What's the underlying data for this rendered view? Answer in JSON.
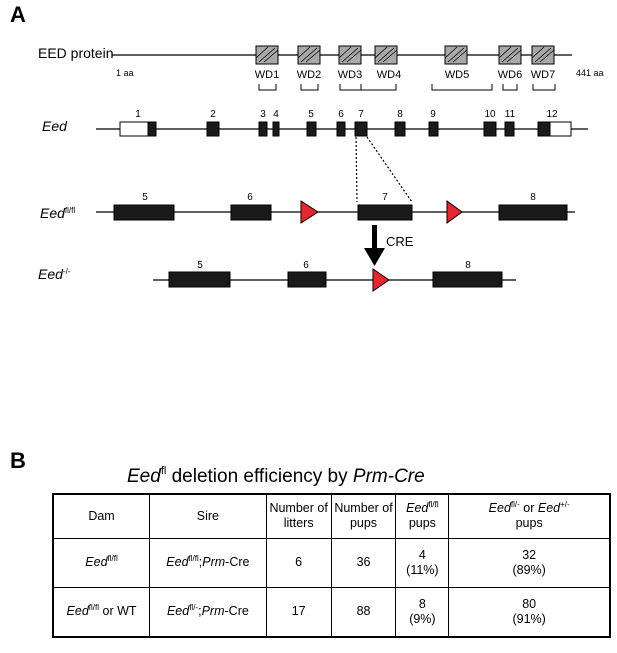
{
  "panel_a": {
    "letter": "A",
    "protein": {
      "label": "EED protein",
      "start": "1 aa",
      "end": "441 aa",
      "domains": [
        "WD1",
        "WD2",
        "WD3",
        "WD4",
        "WD5",
        "WD6",
        "WD7"
      ]
    },
    "gene": {
      "label": "Eed",
      "exons": [
        "1",
        "2",
        "3",
        "4",
        "5",
        "6",
        "7",
        "8",
        "9",
        "10",
        "11",
        "12"
      ]
    },
    "floxed": {
      "label": "Eed",
      "label_sup": "fl/fl",
      "exons": [
        "5",
        "6",
        "7",
        "8"
      ]
    },
    "cre_label": "CRE",
    "deleted": {
      "label": "Eed",
      "label_sup": "-/-",
      "exons": [
        "5",
        "6",
        "8"
      ]
    },
    "colors": {
      "loxp": "#e8262d",
      "exon": "#1a1a1a",
      "domain_fill": "#a8a8a8"
    }
  },
  "panel_b": {
    "letter": "B",
    "title_gene": "Eed",
    "title_sup": "fl",
    "title_mid": " deletion efficiency by ",
    "title_driver": "Prm-Cre",
    "headers": {
      "dam": "Dam",
      "sire": "Sire",
      "litters": "Number of litters",
      "pups": "Number of pups",
      "flfl_gene": "Eed",
      "flfl_sup": "fl/fl",
      "flfl_tail": "pups",
      "del_gene1": "Eed",
      "del_sup1": "fl/-",
      "del_mid": " or ",
      "del_gene2": "Eed",
      "del_sup2": "+/-",
      "del_tail": "pups"
    },
    "rows": [
      {
        "dam_gene": "Eed",
        "dam_sup": "fl/fl",
        "dam_tail": "",
        "sire_gene": "Eed",
        "sire_sup": "fl/fl",
        "sire_sep": ";",
        "sire_driver": "Prm",
        "sire_tail": "-Cre",
        "litters": "6",
        "pups": "36",
        "flfl_count": "4",
        "flfl_pct": "(11%)",
        "del_count": "32",
        "del_pct": "(89%)"
      },
      {
        "dam_gene": "Eed",
        "dam_sup": "fl/fl",
        "dam_tail": " or WT",
        "sire_gene": "Eed",
        "sire_sup": "fl/-",
        "sire_sep": ";",
        "sire_driver": "Prm",
        "sire_tail": "-Cre",
        "litters": "17",
        "pups": "88",
        "flfl_count": "8",
        "flfl_pct": "(9%)",
        "del_count": "80",
        "del_pct": "(91%)"
      }
    ]
  }
}
